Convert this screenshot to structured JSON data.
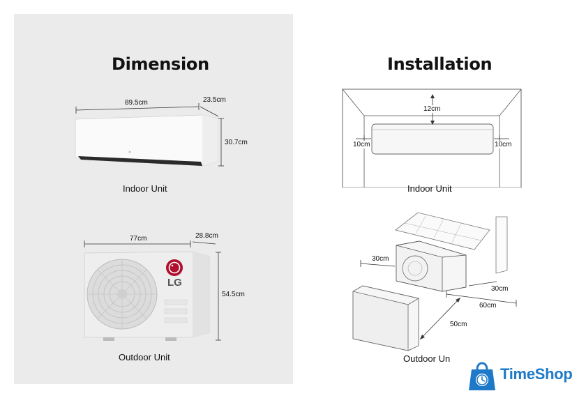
{
  "dimension": {
    "title": "Dimension",
    "indoor": {
      "label": "Indoor Unit",
      "width": "89.5cm",
      "depth": "23.5cm",
      "height": "30.7cm"
    },
    "outdoor": {
      "label": "Outdoor Unit",
      "width": "77cm",
      "depth": "28.8cm",
      "height": "54.5cm",
      "logo_text": "LG"
    }
  },
  "installation": {
    "title": "Installation",
    "indoor": {
      "label": "Indoor Unit",
      "top_clearance": "12cm",
      "left_clearance": "10cm",
      "right_clearance": "10cm"
    },
    "outdoor": {
      "label": "Outdoor Un",
      "side_clearance": "30cm",
      "back_clearance": "30cm",
      "right_clearance": "60cm",
      "front_clearance": "50cm"
    }
  },
  "watermark": {
    "text": "TimeShop",
    "color": "#1e7ac8",
    "icon": "shopping-bag-clock-icon"
  },
  "colors": {
    "panel_bg": "#ebebeb",
    "lg_red": "#b0102e"
  }
}
